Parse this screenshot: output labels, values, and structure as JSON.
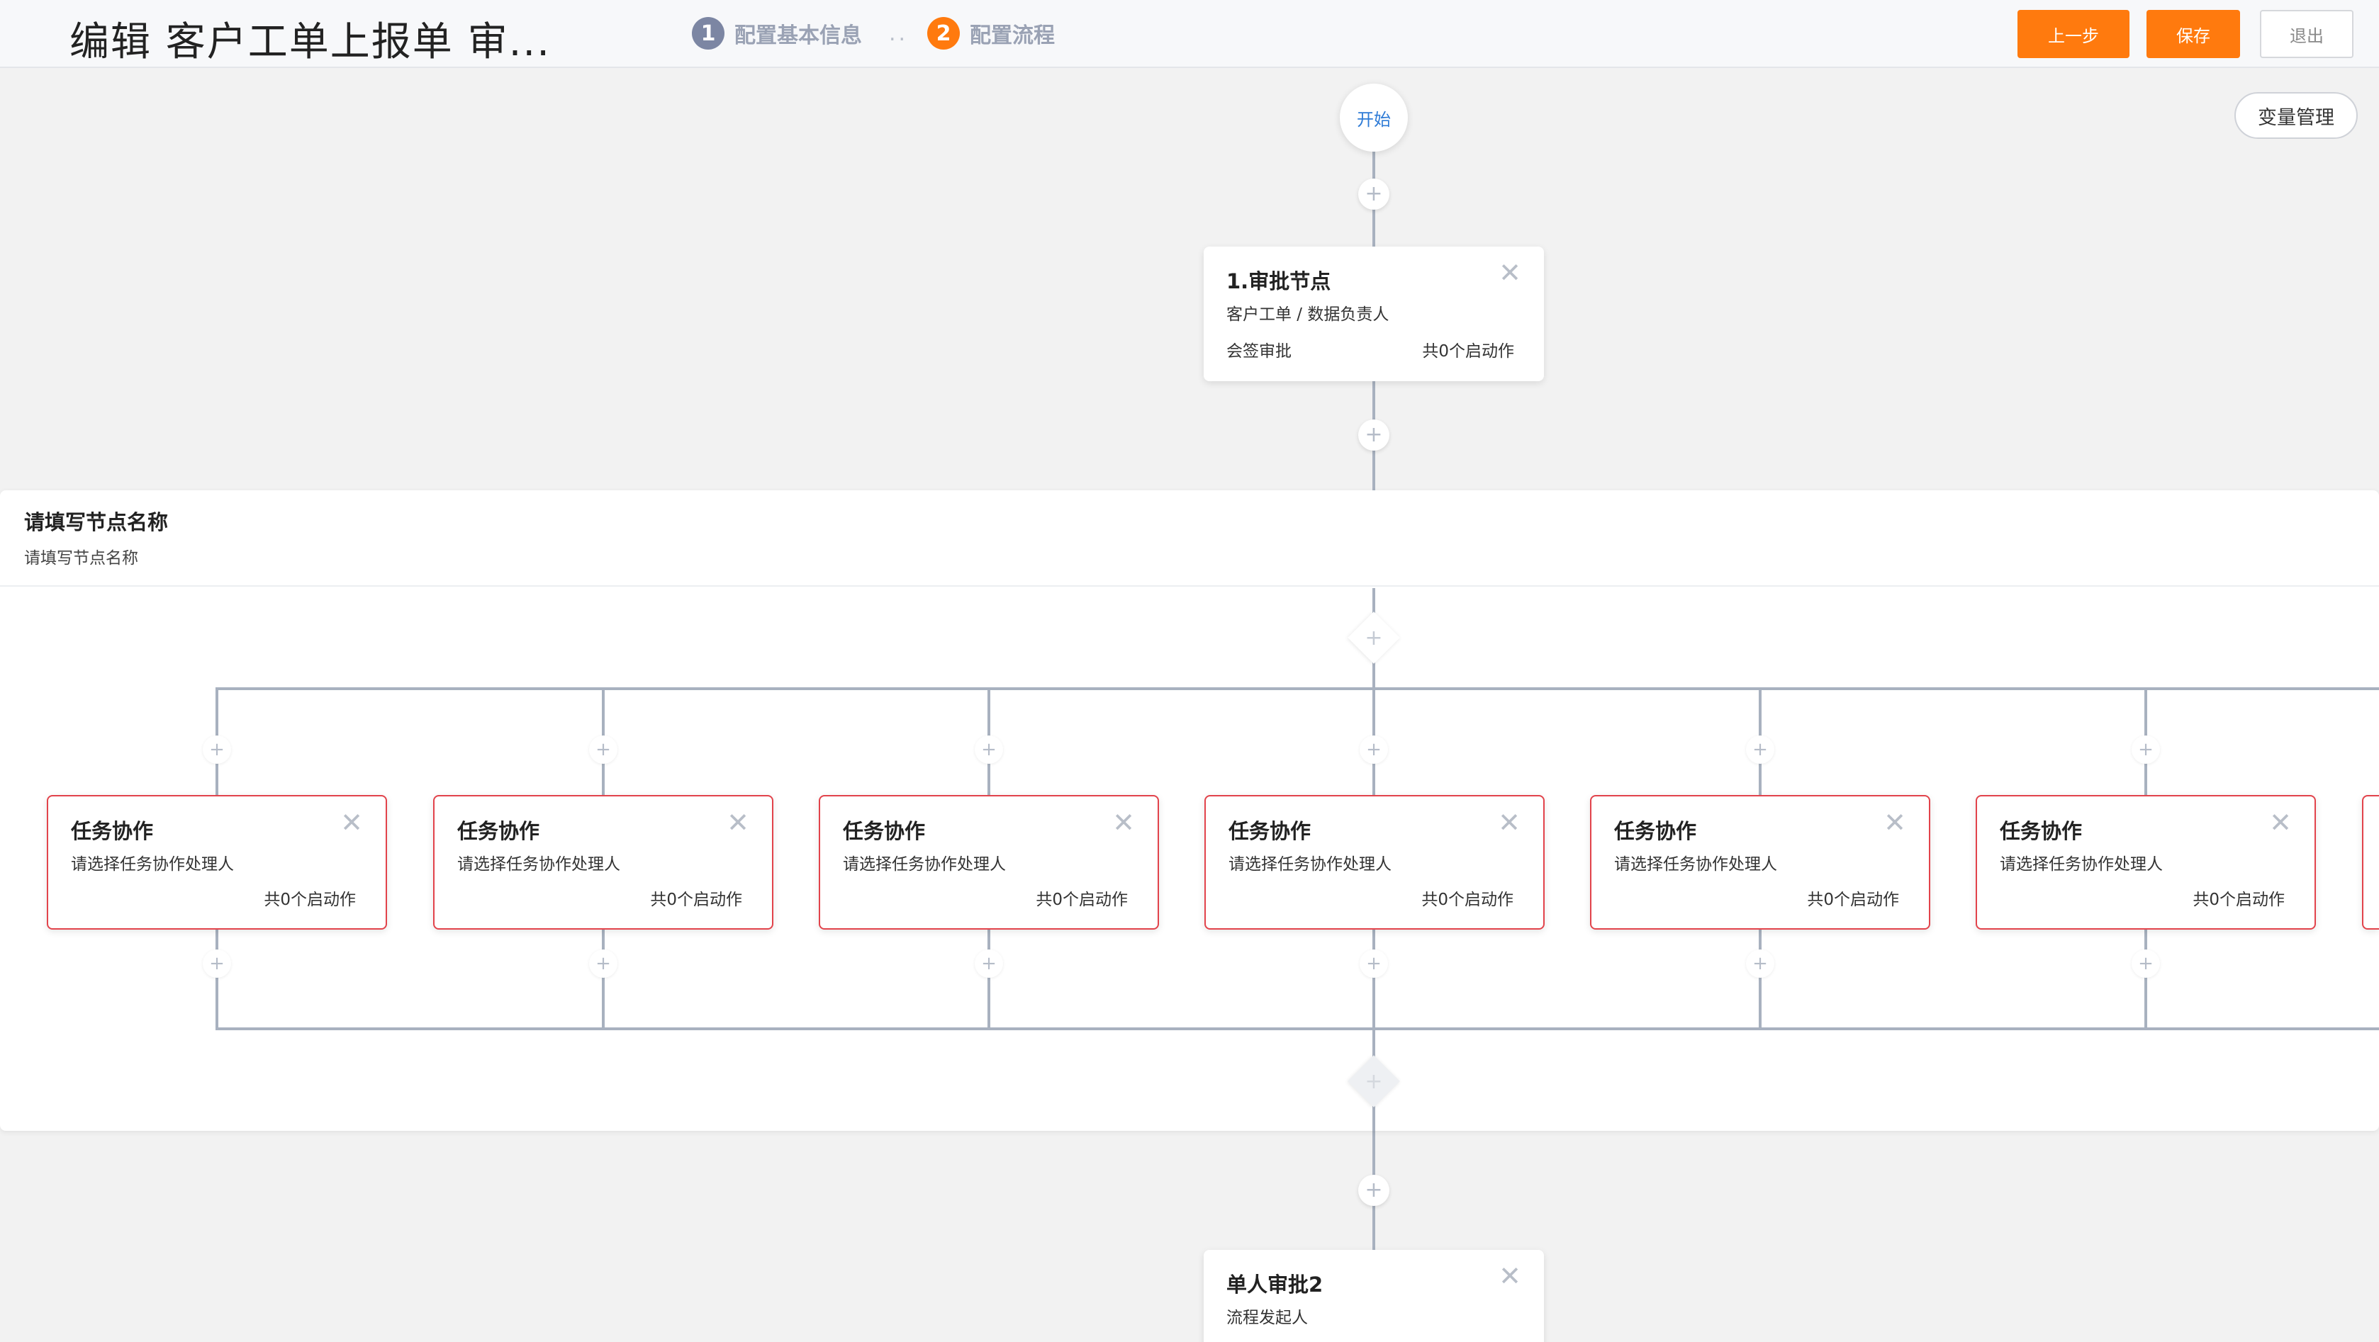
{
  "header": {
    "title": "编辑 客户工单上报单 审...",
    "steps": [
      {
        "num": "1",
        "label": "配置基本信息",
        "color": "#7c86a3"
      },
      {
        "num": "2",
        "label": "配置流程",
        "color": "#ff7a0e"
      }
    ],
    "dots": "..",
    "buttons": {
      "prev": "上一步",
      "save": "保存",
      "exit": "退出"
    }
  },
  "variable_manage": "变量管理",
  "flow": {
    "start_label": "开始",
    "node1": {
      "title": "1.审批节点",
      "sub": "客户工单 / 数据负责人",
      "foot_left": "会签审批",
      "foot_right": "共0个启动作"
    },
    "parallel": {
      "title": "请填写节点名称",
      "sub": "请填写节点名称",
      "tasks": [
        {
          "title": "任务协作",
          "sub": "请选择任务协作处理人",
          "foot": "共0个启动作"
        },
        {
          "title": "任务协作",
          "sub": "请选择任务协作处理人",
          "foot": "共0个启动作"
        },
        {
          "title": "任务协作",
          "sub": "请选择任务协作处理人",
          "foot": "共0个启动作"
        },
        {
          "title": "任务协作",
          "sub": "请选择任务协作处理人",
          "foot": "共0个启动作"
        },
        {
          "title": "任务协作",
          "sub": "请选择任务协作处理人",
          "foot": "共0个启动作"
        },
        {
          "title": "任务协作",
          "sub": "请选择任务协作处理人",
          "foot": "共0个启动作"
        }
      ]
    },
    "node2": {
      "title": "单人审批2",
      "sub": "流程发起人"
    },
    "plus_symbol": "+",
    "close_symbol": "✕"
  }
}
